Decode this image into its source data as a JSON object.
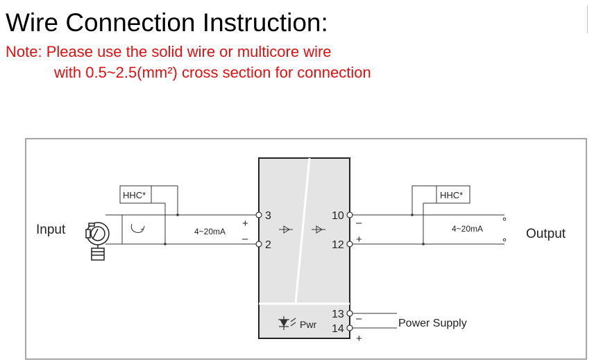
{
  "header": {
    "title": "Wire Connection Instruction:",
    "note_line1": "Note: Please use the solid wire or multicore wire",
    "note_line2": "with 0.5~2.5(mm²) cross section for connection"
  },
  "diagram": {
    "input_label": "Input",
    "output_label": "Output",
    "hhc_left": "HHC*",
    "hhc_right": "HHC*",
    "current_left": "4~20mA",
    "current_right": "4~20mA",
    "power_label": "Power Supply",
    "pwr_label": "Pwr",
    "plus": "+",
    "minus": "–",
    "terminals": {
      "t3": "3",
      "t2": "2",
      "t10": "10",
      "t12": "12",
      "t13": "13",
      "t14": "14"
    }
  },
  "colors": {
    "note_text": "#e01010",
    "module_fill": "#e4e4e4",
    "line": "#333333"
  }
}
